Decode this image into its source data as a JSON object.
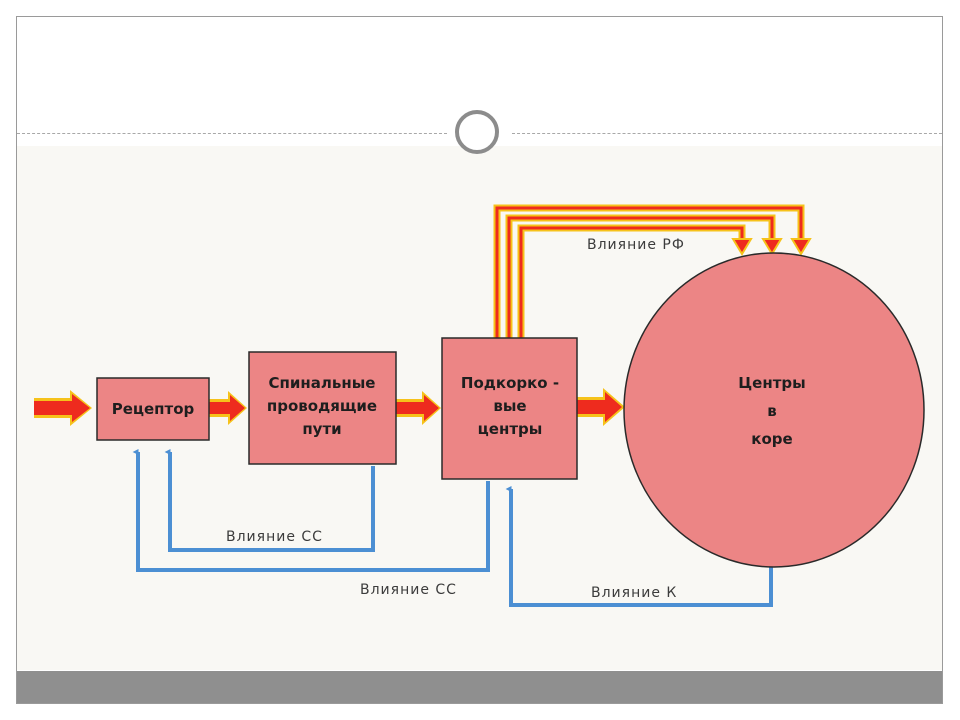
{
  "diagram": {
    "receptor": "Рецептор",
    "spinal": [
      "Спинальные",
      "проводящие",
      "пути"
    ],
    "subcortical": [
      "Подкорко -",
      "вые",
      "центры"
    ],
    "cortex": [
      "Центры",
      "в",
      "коре"
    ],
    "influence_rf": "Влияние РФ",
    "influence_ss_inner": "Влияние СС",
    "influence_ss_outer": "Влияние СС",
    "influence_k": "Влияние К"
  },
  "colors": {
    "box_fill": "#ec8585",
    "red_arrow": "#ee2b1e",
    "yellow_arrow": "#f6c21a",
    "blue_line": "#4c8fd3"
  }
}
